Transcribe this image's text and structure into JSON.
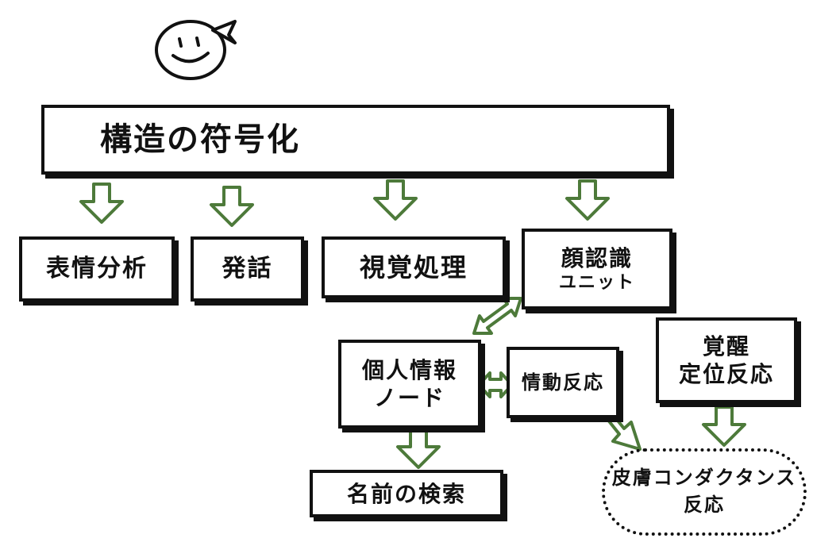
{
  "accent_color": "#4d7a3a",
  "icon": "smiley-face-icon",
  "top_box": {
    "label": "構造の符号化"
  },
  "modules": {
    "expression": "表情分析",
    "speech": "発話",
    "vision": "視覚処理",
    "face_recognition": {
      "line1": "顔認識",
      "line2": "ユニット"
    }
  },
  "personal_info": {
    "line1": "個人情報",
    "line2": "ノード"
  },
  "emotional_response": "情動反応",
  "arousal": {
    "line1": "覚醒",
    "line2": "定位反応"
  },
  "name_search": "名前の検索",
  "skin_response": {
    "line1": "皮膚コンダクタンス",
    "line2": "反応"
  }
}
